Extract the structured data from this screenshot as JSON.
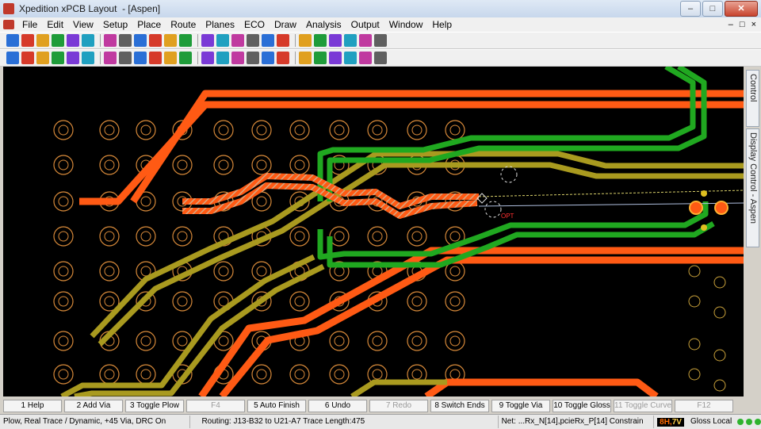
{
  "window": {
    "title": "Xpedition xPCB Layout  - [Aspen]",
    "minimize": "–",
    "maximize": "□",
    "close": "✕"
  },
  "menu": {
    "items": [
      "File",
      "Edit",
      "View",
      "Setup",
      "Place",
      "Route",
      "Planes",
      "ECO",
      "Draw",
      "Analysis",
      "Output",
      "Window",
      "Help"
    ],
    "right": [
      "–",
      "□",
      "×"
    ]
  },
  "toolbar1_icons": [
    "save",
    "print",
    "undo",
    "redo",
    "copy",
    "paste",
    "select",
    "move",
    "rotate",
    "flip",
    "measure",
    "zoom-in",
    "zoom-out",
    "fit",
    "cross",
    "probe",
    "net-color",
    "route",
    "via",
    "plane",
    "lock",
    "unlock",
    "pin",
    "shape"
  ],
  "toolbar2_icons": [
    "layer-tool",
    "autoroute",
    "fanout",
    "tune",
    "glossing",
    "properties",
    "net",
    "keepout",
    "constraint",
    "report",
    "plane",
    "text",
    "board",
    "part",
    "pad",
    "cross-probe",
    "trace",
    "pair",
    "highlight",
    "find",
    "drc",
    "check",
    "options",
    "display"
  ],
  "side_tabs": [
    "Editor Control",
    "Display Control - Aspen"
  ],
  "fkeys": [
    {
      "label": "1 Help",
      "disabled": false
    },
    {
      "label": "2 Add Via",
      "disabled": false
    },
    {
      "label": "3 Toggle Plow",
      "disabled": false
    },
    {
      "label": "F4",
      "disabled": true
    },
    {
      "label": "5 Auto Finish",
      "disabled": false
    },
    {
      "label": "6 Undo",
      "disabled": false
    },
    {
      "label": "7 Redo",
      "disabled": true
    },
    {
      "label": "8 Switch Ends",
      "disabled": false
    },
    {
      "label": "9 Toggle Via",
      "disabled": false
    },
    {
      "label": "10 Toggle Gloss",
      "disabled": false
    },
    {
      "label": "11 Toggle Curve",
      "disabled": true
    },
    {
      "label": "F12",
      "disabled": true
    }
  ],
  "status": {
    "mode": "Plow, Real Trace / Dynamic,  +45 Via, DRC On",
    "routing": "Routing: J13-B32 to U21-A7 Trace Length:475",
    "net": "Net: ...Rx_N[14],pcieRx_P[14] Constrain",
    "layer_prefix": "8H,",
    "layer_suffix": "7V",
    "gloss": "Gloss Local"
  },
  "canvas": {
    "cursor_label": "OPT",
    "colors": {
      "background": "#000000",
      "orange": "#ff5a14",
      "yellow": "#b0a020",
      "green": "#1fae1f",
      "pad_ring": "#d88a3a",
      "pad_ring_alt": "#c9a13a"
    }
  }
}
